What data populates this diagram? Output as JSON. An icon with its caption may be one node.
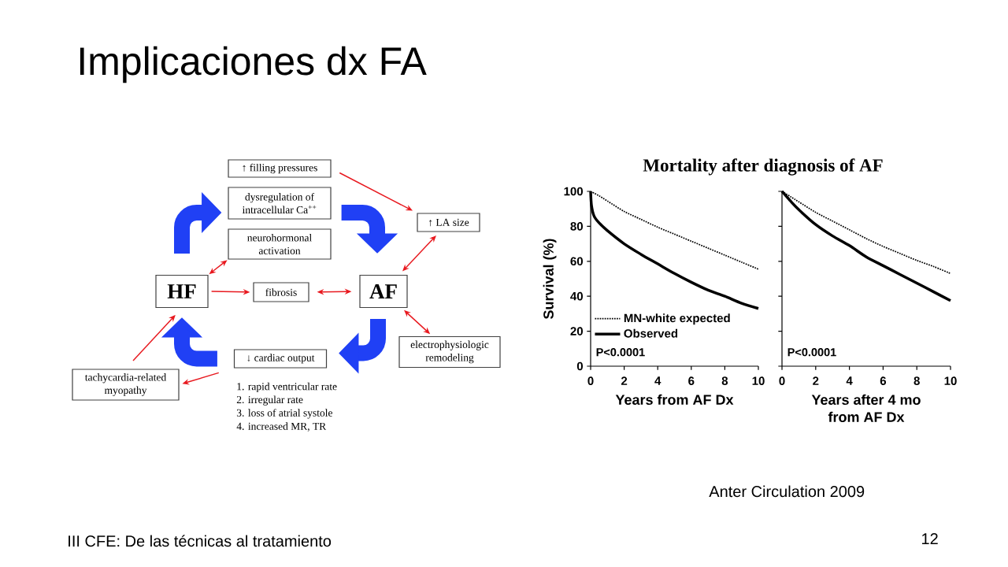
{
  "diagram": {
    "title": "Implicaciones dx FA",
    "nodes": [
      {
        "text": [
          "↑ filling pressures"
        ]
      },
      {
        "text": [
          "dysregulation of intracellular Ca$^{++}$"
        ]
      },
      {
        "text": [
          "neurohormonal activation"
        ]
      },
      {
        "text": [
          "↑ LA size"
        ]
      },
      {
        "text": [
          "HF"
        ]
      },
      {
        "text": [
          "fibrosis"
        ]
      },
      {
        "text": [
          "AF"
        ]
      },
      {
        "text": [
          "electrophysiologic remodeling"
        ]
      },
      {
        "text": [
          "↓ cardiac output"
        ],
        "beside": [
          "1. rapid ventricular rate",
          "2. irregular rate",
          "3. loss of atrial systole",
          "4. increased MR, TR"
        ]
      },
      {
        "text": [
          "tachycardia-related myopathy"
        ]
      }
    ],
    "edges": [
      {
        "from": 0,
        "to": 3,
        "arrow": "to"
      },
      {
        "from": 3,
        "to": 6,
        "arrow": "both"
      },
      {
        "from": 4,
        "to": 5,
        "arrow": "to"
      },
      {
        "from": 5,
        "to": 6,
        "arrow": "both"
      },
      {
        "from": 6,
        "to": 7,
        "arrow": "both"
      },
      {
        "from": 2,
        "to": 4,
        "arrow": "both"
      },
      {
        "from": 9,
        "to": 4,
        "arrow": "to"
      },
      {
        "from": 8,
        "to": 9,
        "arrow": "to"
      },
      {
        "from": 4,
        "to": 1,
        "arrow": "to",
        "style": "thick",
        "color": "#2040f5"
      },
      {
        "from": 1,
        "to": 6,
        "arrow": "to",
        "style": "thick",
        "color": "#2040f5"
      },
      {
        "from": 6,
        "to": 8,
        "arrow": "to",
        "style": "thick",
        "color": "#2040f5"
      },
      {
        "from": 8,
        "to": 4,
        "arrow": "to",
        "style": "thick",
        "color": "#2040f5"
      }
    ],
    "labels": [
      "Anter Circulation 2009",
      "III CFE: De las técnicas al tratamiento",
      "12"
    ],
    "chart_data": [
      {
        "type": "line",
        "title": "Mortality after diagnosis of AF",
        "xlabel": "Years from AF Dx",
        "ylabel": "Survival (%)",
        "x": [
          0,
          0.05,
          0.2,
          0.5,
          1,
          2,
          3,
          4,
          5,
          6,
          7,
          8,
          9,
          10
        ],
        "series": [
          {
            "name": "MN-white expected",
            "color": "#000000",
            "line_style": "dotted",
            "values": [
              100,
              99.7,
              99,
              97.5,
              94.5,
              88.5,
              84,
              79.5,
              75.5,
              71.5,
              67.5,
              63.5,
              59.5,
              55.5
            ]
          },
          {
            "name": "Observed",
            "color": "#000000",
            "values": [
              100,
              92,
              86,
              82,
              77.5,
              70,
              64,
              58.5,
              53,
              48,
              43.5,
              40,
              36,
              33
            ]
          }
        ],
        "xlim": [
          0,
          10
        ],
        "ylim": [
          0,
          100
        ],
        "xticks": [
          0,
          2,
          4,
          6,
          8,
          10
        ],
        "yticks": [
          0,
          20,
          40,
          60,
          80,
          100
        ],
        "legend": "lower left",
        "annotations": [
          "P<0.0001"
        ]
      },
      {
        "type": "line",
        "xlabel": "Years after 4 mo from AF Dx",
        "x": [
          0,
          0.5,
          1,
          2,
          3,
          4,
          5,
          6,
          7,
          8,
          9,
          10
        ],
        "series": [
          {
            "color": "#000000",
            "line_style": "dotted",
            "values": [
              100,
              97,
              94,
              88,
              83,
              78,
              73,
              68.5,
              64.5,
              60.5,
              57,
              53
            ]
          },
          {
            "color": "#000000",
            "values": [
              100,
              94.5,
              89.5,
              81,
              74.5,
              69,
              62.5,
              57.5,
              52.5,
              47.5,
              42.5,
              37.5
            ]
          }
        ],
        "xlim": [
          0,
          10
        ],
        "ylim": [
          0,
          100
        ],
        "xticks": [
          0,
          2,
          4,
          6,
          8,
          10
        ],
        "annotations": [
          "P<0.0001"
        ]
      }
    ]
  }
}
